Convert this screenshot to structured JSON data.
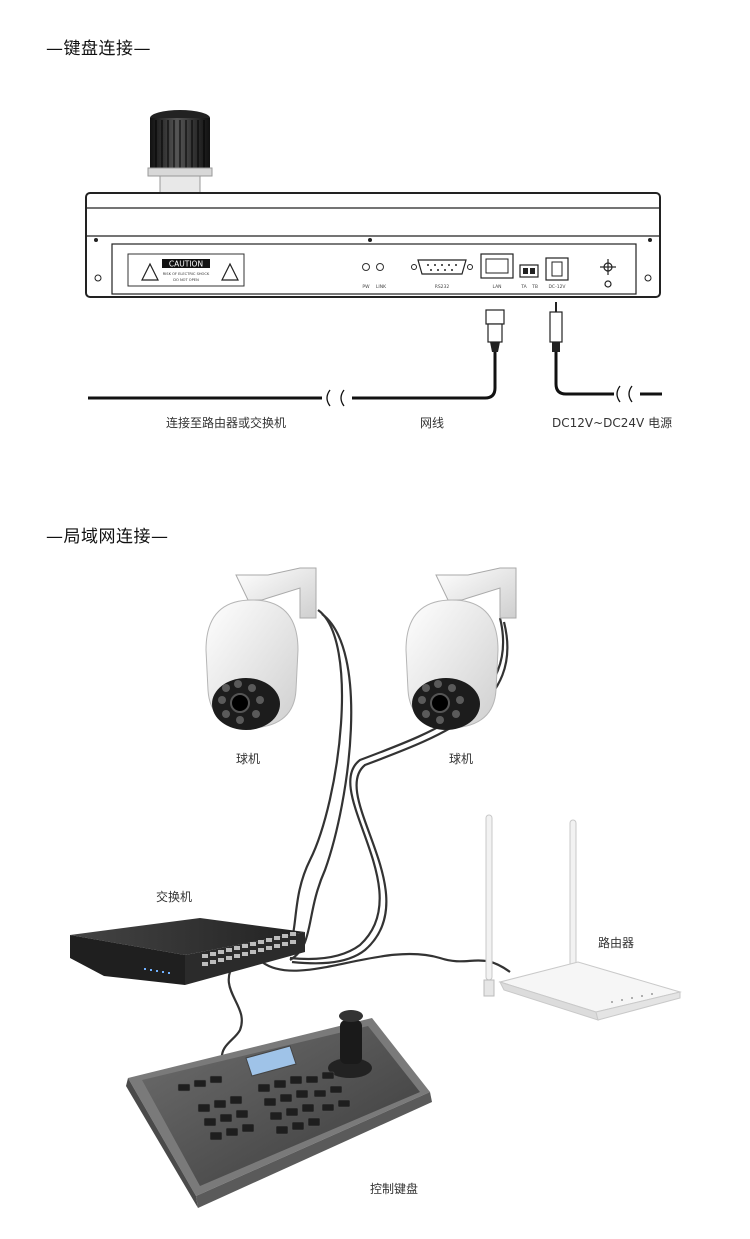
{
  "section1": {
    "title": "—键盘连接—",
    "caution": {
      "heading": "CAUTION",
      "line1": "RISK OF ELECTRIC SHOCK",
      "line2": "DO NOT OPEN"
    },
    "indicators": [
      "PW",
      "LINK"
    ],
    "ports": [
      "RS232",
      "LAN",
      "TA",
      "TB",
      "DC-12V"
    ],
    "labels": {
      "router_switch": "连接至路由器或交换机",
      "network_cable": "网线",
      "power": "DC12V~DC24V 电源"
    }
  },
  "section2": {
    "title": "—局域网连接—",
    "labels": {
      "camera1": "球机",
      "camera2": "球机",
      "switch": "交换机",
      "router": "路由器",
      "keyboard": "控制键盘"
    }
  }
}
